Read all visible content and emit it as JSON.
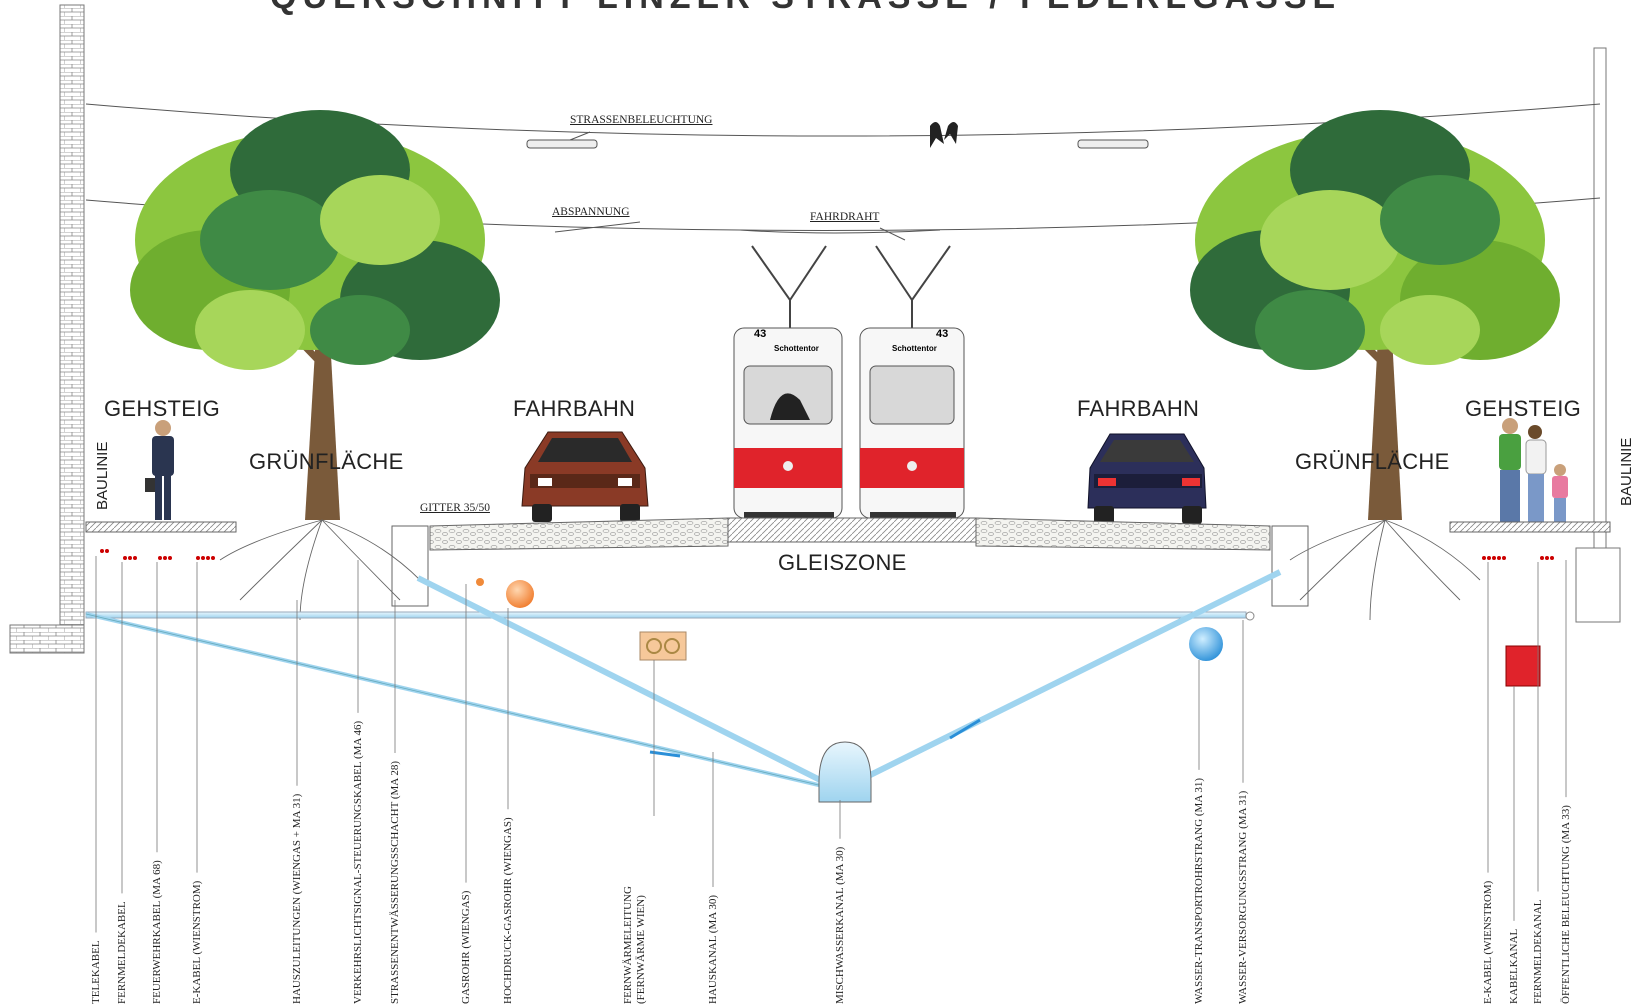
{
  "title": "QUERSCHNITT LINZER STRASSE / FEDERLGASSE",
  "labels": {
    "strassenbeleuchtung": "STRASSENBELEUCHTUNG",
    "abspannung": "ABSPANNUNG",
    "fahrdraht": "FAHRDRAHT",
    "gitter": "GITTER 35/50",
    "gehsteig_left": "GEHSTEIG",
    "gehsteig_right": "GEHSTEIG",
    "fahrbahn_left": "FAHRBAHN",
    "fahrbahn_right": "FAHRBAHN",
    "gruenflaeche_left": "GRÜNFLÄCHE",
    "gruenflaeche_right": "GRÜNFLÄCHE",
    "gleiszone": "GLEISZONE",
    "baulinie_left": "BAULINIE",
    "baulinie_right": "BAULINIE",
    "tram_number": "43",
    "tram_destination": "Schottentor"
  },
  "utilities": [
    "TELEKABEL",
    "FERNMELDEKABEL",
    "FEUERWEHRKABEL (MA 68)",
    "E-KABEL (WIENSTROM)",
    "HAUSZULEITUNGEN (WIENGAS + MA 31)",
    "VERKEHRSLICHTSIGNAL-STEUERUNGSKABEL (MA 46)",
    "STRASSENENTWÄSSERUNGSSCHACHT (MA 28)",
    "GASROHR (WIENGAS)",
    "HOCHDRUCK-GASROHR (WIENGAS)",
    "FERNWÄRMELEITUNG (FERNWÄRME WIEN)",
    "HAUSKANAL (MA 30)",
    "MISCHWASSERKANAL (MA 30)",
    "WASSER-TRANSPORTROHRSTRANG (MA 31)",
    "WASSER-VERSORGUNGSSTRANG (MA 31)",
    "E-KABEL (WIENSTROM)",
    "KABELKANAL",
    "FERNMELDEKANAL",
    "ÖFFENTLICHE BELEUCHTUNG (MA 33)"
  ],
  "colors": {
    "tree_dark": "#2f6b3a",
    "tree_light": "#8cc63f",
    "tram_red": "#e0232b",
    "water_blue": "#3aa0e0",
    "gas_orange": "#f08a3a",
    "car_red": "#8a3a26",
    "car_blue": "#2c2f5a"
  }
}
